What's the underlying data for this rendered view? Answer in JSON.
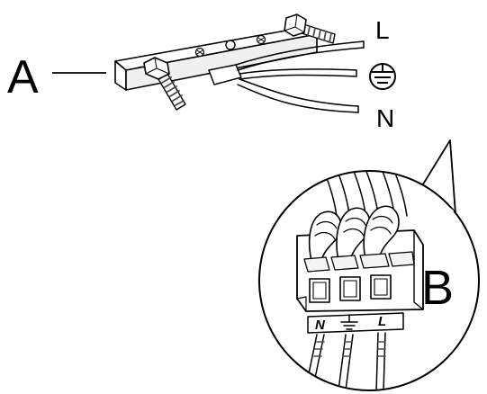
{
  "labels": {
    "part_a": "A",
    "part_b": "B",
    "live": "L",
    "neutral": "N",
    "terminal_n": "N",
    "terminal_l": "L"
  },
  "icons": {
    "earth": "earth-ground-symbol"
  },
  "colors": {
    "ink": "#000000",
    "paper": "#ffffff",
    "metal_shade": "#e6e6e6",
    "bolt_thread": "#4a4a4a"
  }
}
